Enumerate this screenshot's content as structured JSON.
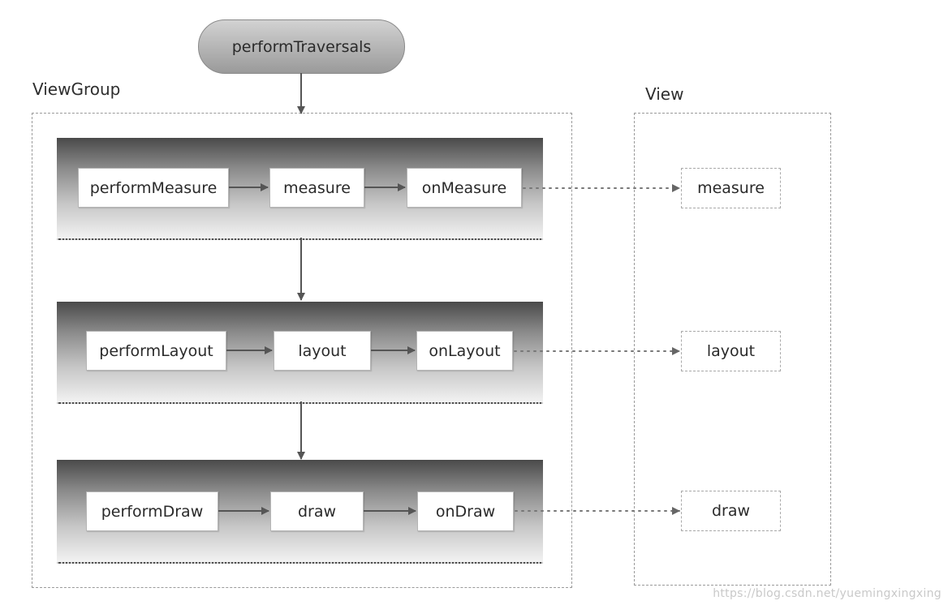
{
  "root": {
    "label": "performTraversals"
  },
  "viewgroup": {
    "label": "ViewGroup"
  },
  "view": {
    "label": "View"
  },
  "stages": [
    {
      "start": "performMeasure",
      "call": "measure",
      "hook": "onMeasure",
      "view_call": "measure"
    },
    {
      "start": "performLayout",
      "call": "layout",
      "hook": "onLayout",
      "view_call": "layout"
    },
    {
      "start": "performDraw",
      "call": "draw",
      "hook": "onDraw",
      "view_call": "draw"
    }
  ],
  "watermark": "https://blog.csdn.net/yuemingxingxing",
  "colors": {
    "arrow": "#555555",
    "dotted_arrow": "#7a7a7a"
  }
}
